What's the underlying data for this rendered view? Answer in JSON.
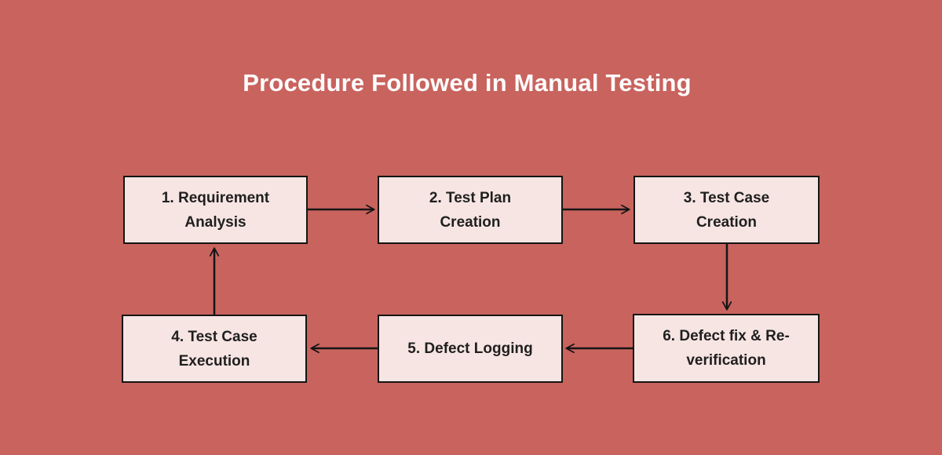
{
  "title": "Procedure Followed in Manual Testing",
  "colors": {
    "background": "#C9635E",
    "node_fill": "#F7E5E3",
    "node_border": "#151515",
    "arrow": "#151515",
    "title_text": "#FCFCFC",
    "node_text": "#1F1F1F"
  },
  "flow": {
    "nodes": [
      {
        "id": 1,
        "label": "1. Requirement Analysis",
        "lines": [
          "1. Requirement",
          "Analysis"
        ]
      },
      {
        "id": 2,
        "label": "2. Test Plan Creation",
        "lines": [
          "2. Test Plan",
          "Creation"
        ]
      },
      {
        "id": 3,
        "label": "3. Test Case Creation",
        "lines": [
          "3. Test Case",
          "Creation"
        ]
      },
      {
        "id": 4,
        "label": "4. Test Case Execution",
        "lines": [
          "4. Test Case",
          "Execution"
        ]
      },
      {
        "id": 5,
        "label": "5. Defect Logging",
        "lines": [
          "5. Defect Logging"
        ]
      },
      {
        "id": 6,
        "label": "6. Defect fix & Re-verification",
        "lines": [
          "6. Defect fix & Re-",
          "verification"
        ]
      }
    ],
    "edges": [
      {
        "from": 1,
        "to": 2,
        "direction": "right"
      },
      {
        "from": 2,
        "to": 3,
        "direction": "right"
      },
      {
        "from": 3,
        "to": 6,
        "direction": "down"
      },
      {
        "from": 6,
        "to": 5,
        "direction": "left"
      },
      {
        "from": 5,
        "to": 4,
        "direction": "left"
      },
      {
        "from": 4,
        "to": 1,
        "direction": "up"
      }
    ]
  }
}
